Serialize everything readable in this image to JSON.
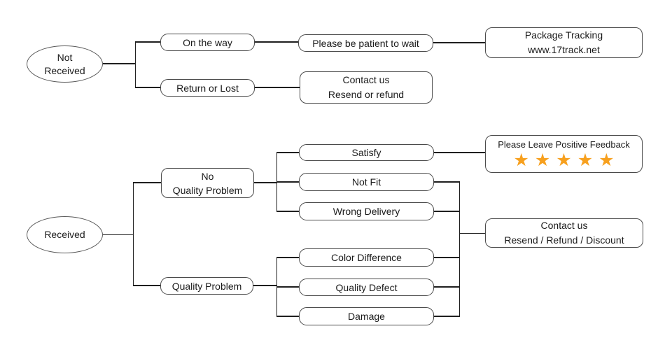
{
  "diagram": {
    "type": "flowchart",
    "background": "#ffffff",
    "colors": {
      "line": "#1f1f1f",
      "box_border": "#4a4a4a",
      "text": "#1a1a1a",
      "star_orange": "#F7A01E"
    },
    "nodes": {
      "not_received": "Not\nReceived",
      "on_the_way": "On the way",
      "please_be_patient": "Please be patient to wait",
      "package_tracking": "Package Tracking\nwww.17track.net",
      "return_or_lost": "Return or Lost",
      "contact_us_resend_refund": "Contact us\nResend or refund",
      "received": "Received",
      "no_quality_problem": "No\nQuality Problem",
      "quality_problem": "Quality Problem",
      "satisfy": "Satisfy",
      "not_fit": "Not Fit",
      "wrong_delivery": "Wrong Delivery",
      "color_difference": "Color Difference",
      "quality_defect": "Quality Defect",
      "damage": "Damage",
      "positive_feedback_title": "Please Leave Positive Feedback",
      "positive_feedback_stars": "★★★★★",
      "star_count": 5,
      "contact_us_discount": "Contact us\nResend / Refund / Discount"
    },
    "edges": [
      {
        "from": "not_received",
        "to": "on_the_way"
      },
      {
        "from": "not_received",
        "to": "return_or_lost"
      },
      {
        "from": "on_the_way",
        "to": "please_be_patient"
      },
      {
        "from": "please_be_patient",
        "to": "package_tracking"
      },
      {
        "from": "return_or_lost",
        "to": "contact_us_resend_refund"
      },
      {
        "from": "received",
        "to": "no_quality_problem"
      },
      {
        "from": "received",
        "to": "quality_problem"
      },
      {
        "from": "no_quality_problem",
        "to": "satisfy"
      },
      {
        "from": "no_quality_problem",
        "to": "not_fit"
      },
      {
        "from": "no_quality_problem",
        "to": "wrong_delivery"
      },
      {
        "from": "satisfy",
        "to": "positive_feedback"
      },
      {
        "from": "not_fit",
        "to": "contact_us_discount"
      },
      {
        "from": "wrong_delivery",
        "to": "contact_us_discount"
      },
      {
        "from": "quality_problem",
        "to": "color_difference"
      },
      {
        "from": "quality_problem",
        "to": "quality_defect"
      },
      {
        "from": "quality_problem",
        "to": "damage"
      },
      {
        "from": "color_difference",
        "to": "contact_us_discount"
      },
      {
        "from": "quality_defect",
        "to": "contact_us_discount"
      },
      {
        "from": "damage",
        "to": "contact_us_discount"
      }
    ]
  }
}
